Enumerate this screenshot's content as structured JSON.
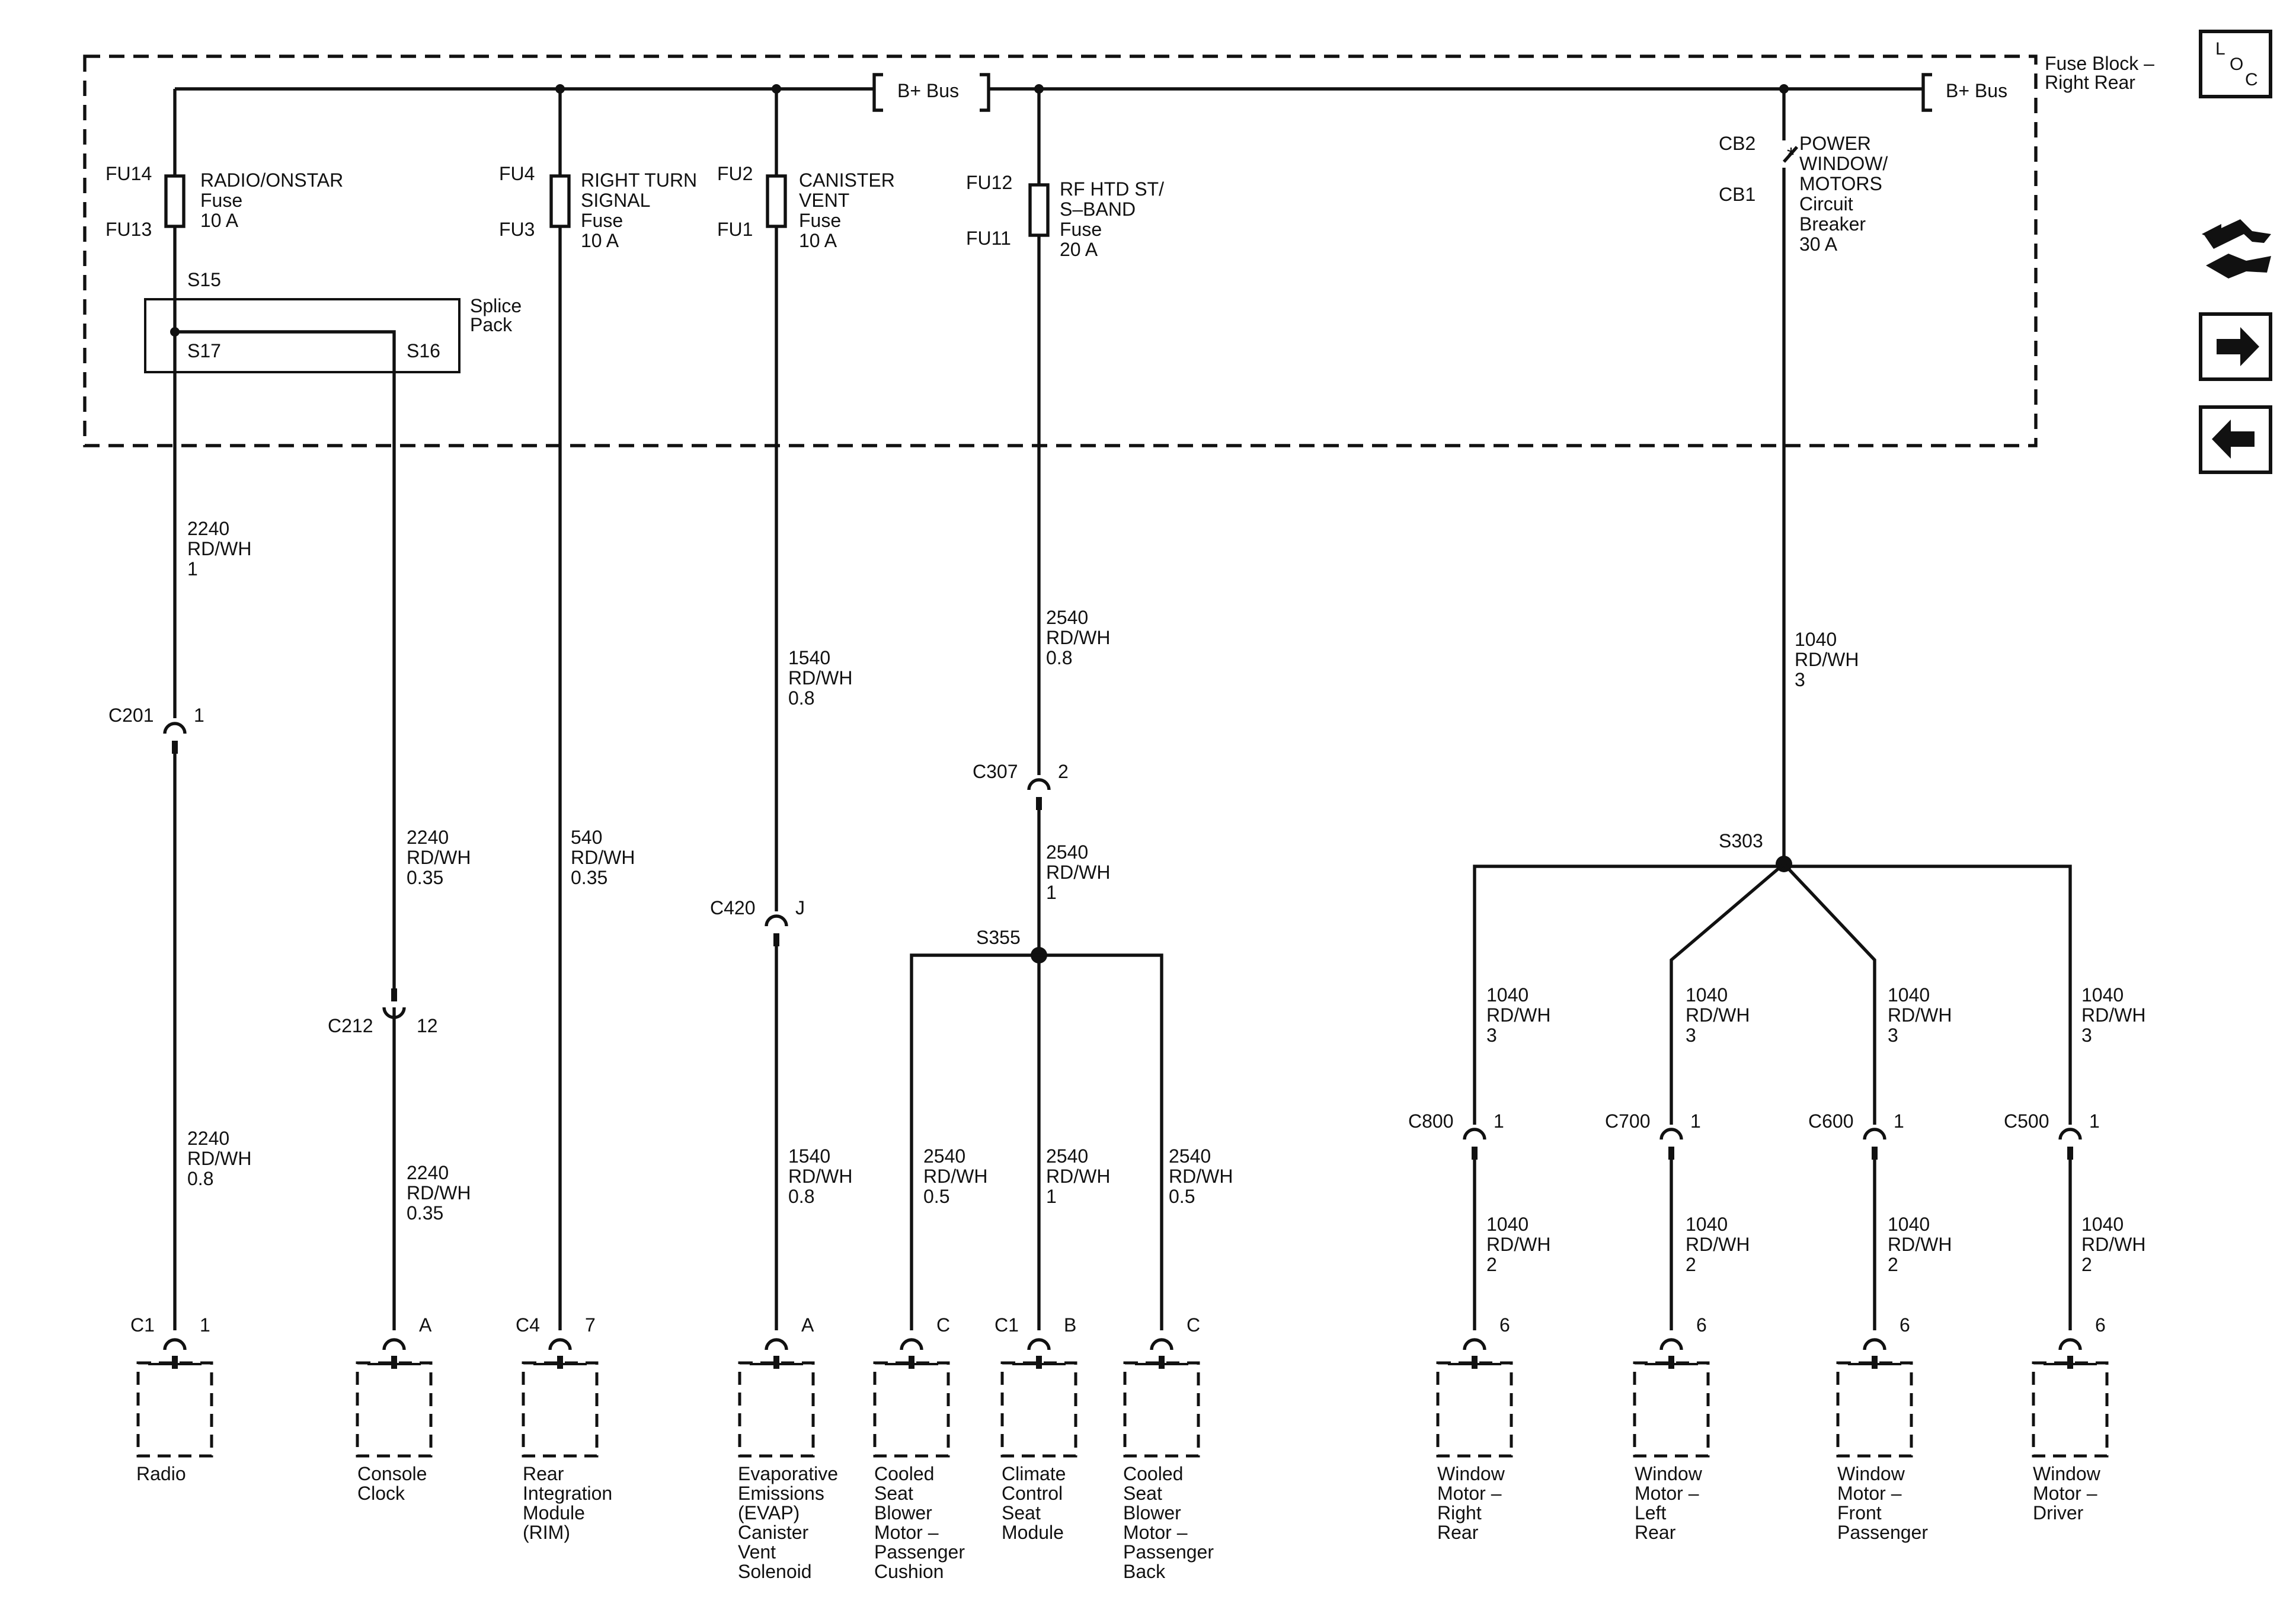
{
  "fuse_block": {
    "title_line1": "Fuse Block –",
    "title_line2": "Right Rear",
    "bus_left": "B+ Bus",
    "bus_right": "B+ Bus"
  },
  "fuses": [
    {
      "top": "FU14",
      "bottom": "FU13",
      "name_lines": [
        "RADIO/ONSTAR",
        "Fuse",
        "10 A"
      ]
    },
    {
      "top": "FU4",
      "bottom": "FU3",
      "name_lines": [
        "RIGHT TURN",
        "SIGNAL",
        "Fuse",
        "10 A"
      ]
    },
    {
      "top": "FU2",
      "bottom": "FU1",
      "name_lines": [
        "CANISTER",
        "VENT",
        "Fuse",
        "10 A"
      ]
    },
    {
      "top": "FU12",
      "bottom": "FU11",
      "name_lines": [
        "RF HTD ST/",
        "S–BAND",
        "Fuse",
        "20 A"
      ]
    }
  ],
  "breaker": {
    "top": "CB2",
    "bottom": "CB1",
    "name_lines": [
      "POWER",
      "WINDOW/",
      "MOTORS",
      "Circuit",
      "Breaker",
      "30 A"
    ]
  },
  "splice_pack": {
    "label_lines": [
      "Splice",
      "Pack"
    ],
    "s15": "S15",
    "s17": "S17",
    "s16": "S16"
  },
  "splices": {
    "s355": "S355",
    "s303": "S303"
  },
  "wire_labels": [
    {
      "lines": [
        "2240",
        "RD/WH",
        "1"
      ]
    },
    {
      "lines": [
        "2240",
        "RD/WH",
        "0.8"
      ]
    },
    {
      "lines": [
        "2240",
        "RD/WH",
        "0.35"
      ]
    },
    {
      "lines": [
        "2240",
        "RD/WH",
        "0.35"
      ]
    },
    {
      "lines": [
        "540",
        "RD/WH",
        "0.35"
      ]
    },
    {
      "lines": [
        "1540",
        "RD/WH",
        "0.8"
      ]
    },
    {
      "lines": [
        "1540",
        "RD/WH",
        "0.8"
      ]
    },
    {
      "lines": [
        "2540",
        "RD/WH",
        "0.8"
      ]
    },
    {
      "lines": [
        "2540",
        "RD/WH",
        "1"
      ]
    },
    {
      "lines": [
        "2540",
        "RD/WH",
        "0.5"
      ]
    },
    {
      "lines": [
        "2540",
        "RD/WH",
        "1"
      ]
    },
    {
      "lines": [
        "2540",
        "RD/WH",
        "0.5"
      ]
    },
    {
      "lines": [
        "1040",
        "RD/WH",
        "3"
      ]
    },
    {
      "lines": [
        "1040",
        "RD/WH",
        "3"
      ]
    },
    {
      "lines": [
        "1040",
        "RD/WH",
        "3"
      ]
    },
    {
      "lines": [
        "1040",
        "RD/WH",
        "3"
      ]
    },
    {
      "lines": [
        "1040",
        "RD/WH",
        "3"
      ]
    },
    {
      "lines": [
        "1040",
        "RD/WH",
        "2"
      ]
    },
    {
      "lines": [
        "1040",
        "RD/WH",
        "2"
      ]
    },
    {
      "lines": [
        "1040",
        "RD/WH",
        "2"
      ]
    },
    {
      "lines": [
        "1040",
        "RD/WH",
        "2"
      ]
    }
  ],
  "inline_connectors": [
    {
      "name": "C201",
      "pin": "1"
    },
    {
      "name": "C212",
      "pin": "12"
    },
    {
      "name": "C420",
      "pin": "J"
    },
    {
      "name": "C307",
      "pin": "2"
    },
    {
      "name": "C800",
      "pin": "1"
    },
    {
      "name": "C700",
      "pin": "1"
    },
    {
      "name": "C600",
      "pin": "1"
    },
    {
      "name": "C500",
      "pin": "1"
    }
  ],
  "components": [
    {
      "connector": "C1",
      "pin": "1",
      "name_lines": [
        "Radio"
      ]
    },
    {
      "connector": "",
      "pin": "A",
      "name_lines": [
        "Console",
        "Clock"
      ]
    },
    {
      "connector": "C4",
      "pin": "7",
      "name_lines": [
        "Rear",
        "Integration",
        "Module",
        "(RIM)"
      ]
    },
    {
      "connector": "",
      "pin": "A",
      "name_lines": [
        "Evaporative",
        "Emissions",
        "(EVAP)",
        "Canister",
        "Vent",
        "Solenoid"
      ]
    },
    {
      "connector": "",
      "pin": "C",
      "name_lines": [
        "Cooled",
        "Seat",
        "Blower",
        "Motor –",
        "Passenger",
        "Cushion"
      ]
    },
    {
      "connector": "C1",
      "pin": "B",
      "name_lines": [
        "Climate",
        "Control",
        "Seat",
        "Module"
      ]
    },
    {
      "connector": "",
      "pin": "C",
      "name_lines": [
        "Cooled",
        "Seat",
        "Blower",
        "Motor –",
        "Passenger",
        "Back"
      ]
    },
    {
      "connector": "",
      "pin": "6",
      "name_lines": [
        "Window",
        "Motor –",
        "Right",
        "Rear"
      ]
    },
    {
      "connector": "",
      "pin": "6",
      "name_lines": [
        "Window",
        "Motor –",
        "Left",
        "Rear"
      ]
    },
    {
      "connector": "",
      "pin": "6",
      "name_lines": [
        "Window",
        "Motor –",
        "Front",
        "Passenger"
      ]
    },
    {
      "connector": "",
      "pin": "6",
      "name_lines": [
        "Window",
        "Motor –",
        "Driver"
      ]
    }
  ],
  "nav": {
    "loc_l": "L",
    "loc_o": "O",
    "loc_c": "C",
    "icons": [
      "loc-icon",
      "connector-tools-icon",
      "arrow-right-icon",
      "arrow-left-icon"
    ]
  }
}
